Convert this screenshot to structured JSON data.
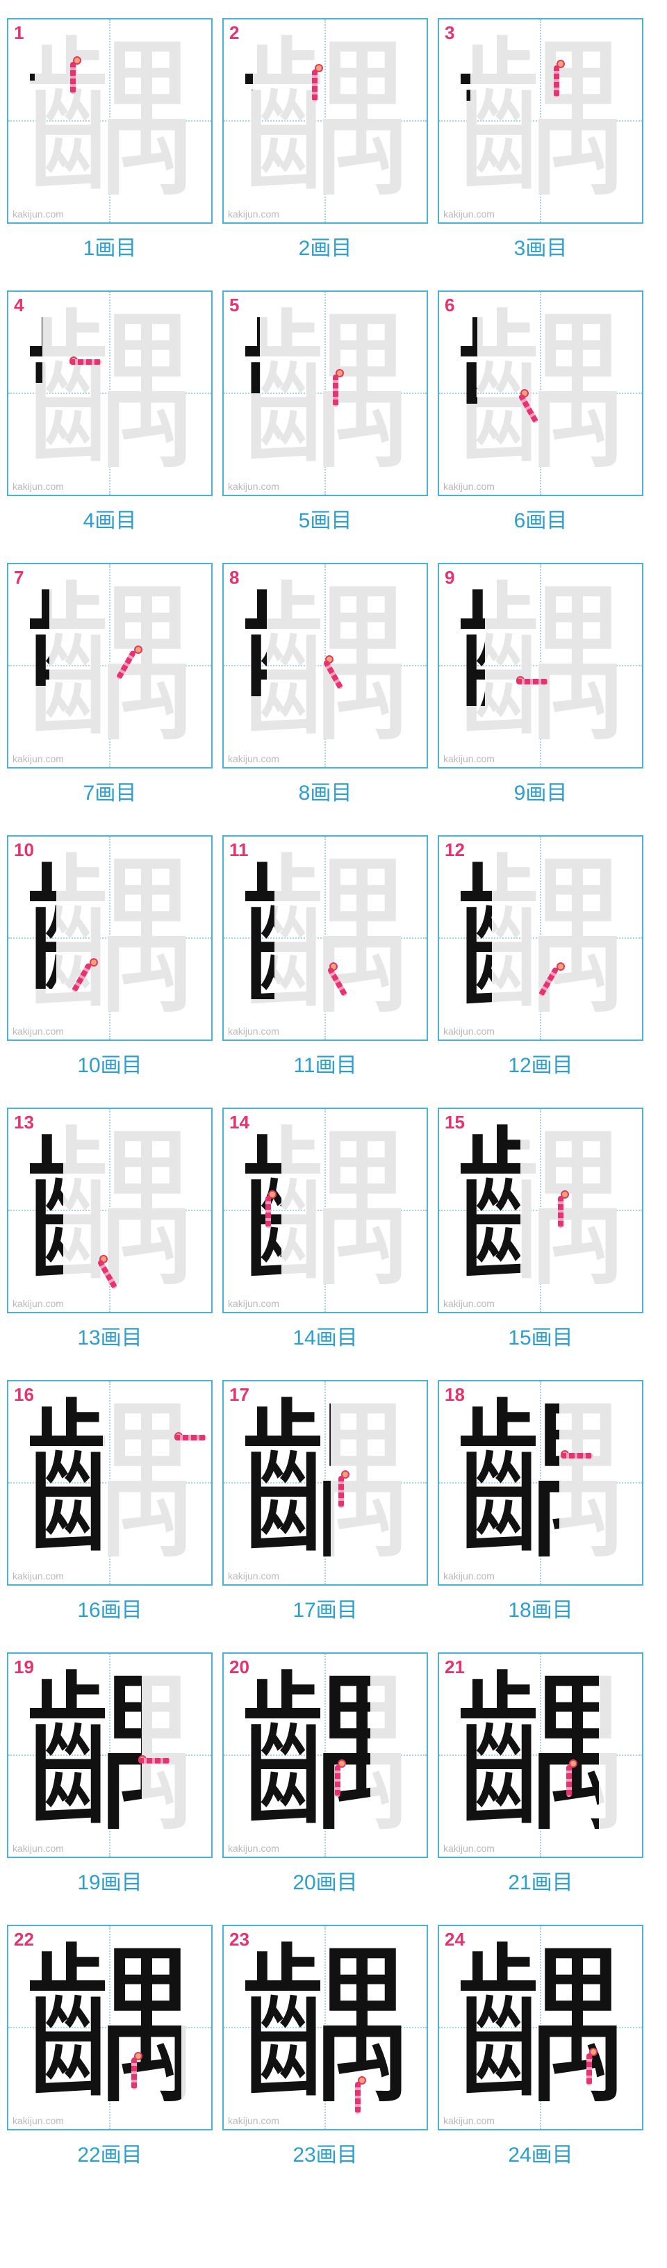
{
  "character": "齵",
  "watermark": "kakijun.com",
  "colors": {
    "border": "#48b4d8",
    "guide": "#9fd6ea",
    "number": "#e6336d",
    "label": "#2a9fd0",
    "ghost": "#e6e6e6",
    "ink": "#111111"
  },
  "total_strokes": 24,
  "steps": [
    {
      "number": "1",
      "caption": "1画目"
    },
    {
      "number": "2",
      "caption": "2画目"
    },
    {
      "number": "3",
      "caption": "3画目"
    },
    {
      "number": "4",
      "caption": "4画目"
    },
    {
      "number": "5",
      "caption": "5画目"
    },
    {
      "number": "6",
      "caption": "6画目"
    },
    {
      "number": "7",
      "caption": "7画目"
    },
    {
      "number": "8",
      "caption": "8画目"
    },
    {
      "number": "9",
      "caption": "9画目"
    },
    {
      "number": "10",
      "caption": "10画目"
    },
    {
      "number": "11",
      "caption": "11画目"
    },
    {
      "number": "12",
      "caption": "12画目"
    },
    {
      "number": "13",
      "caption": "13画目"
    },
    {
      "number": "14",
      "caption": "14画目"
    },
    {
      "number": "15",
      "caption": "15画目"
    },
    {
      "number": "16",
      "caption": "16画目"
    },
    {
      "number": "17",
      "caption": "17画目"
    },
    {
      "number": "18",
      "caption": "18画目"
    },
    {
      "number": "19",
      "caption": "19画目"
    },
    {
      "number": "20",
      "caption": "20画目"
    },
    {
      "number": "21",
      "caption": "21画目"
    },
    {
      "number": "22",
      "caption": "22画目"
    },
    {
      "number": "23",
      "caption": "23画目"
    },
    {
      "number": "24",
      "caption": "24画目"
    }
  ]
}
